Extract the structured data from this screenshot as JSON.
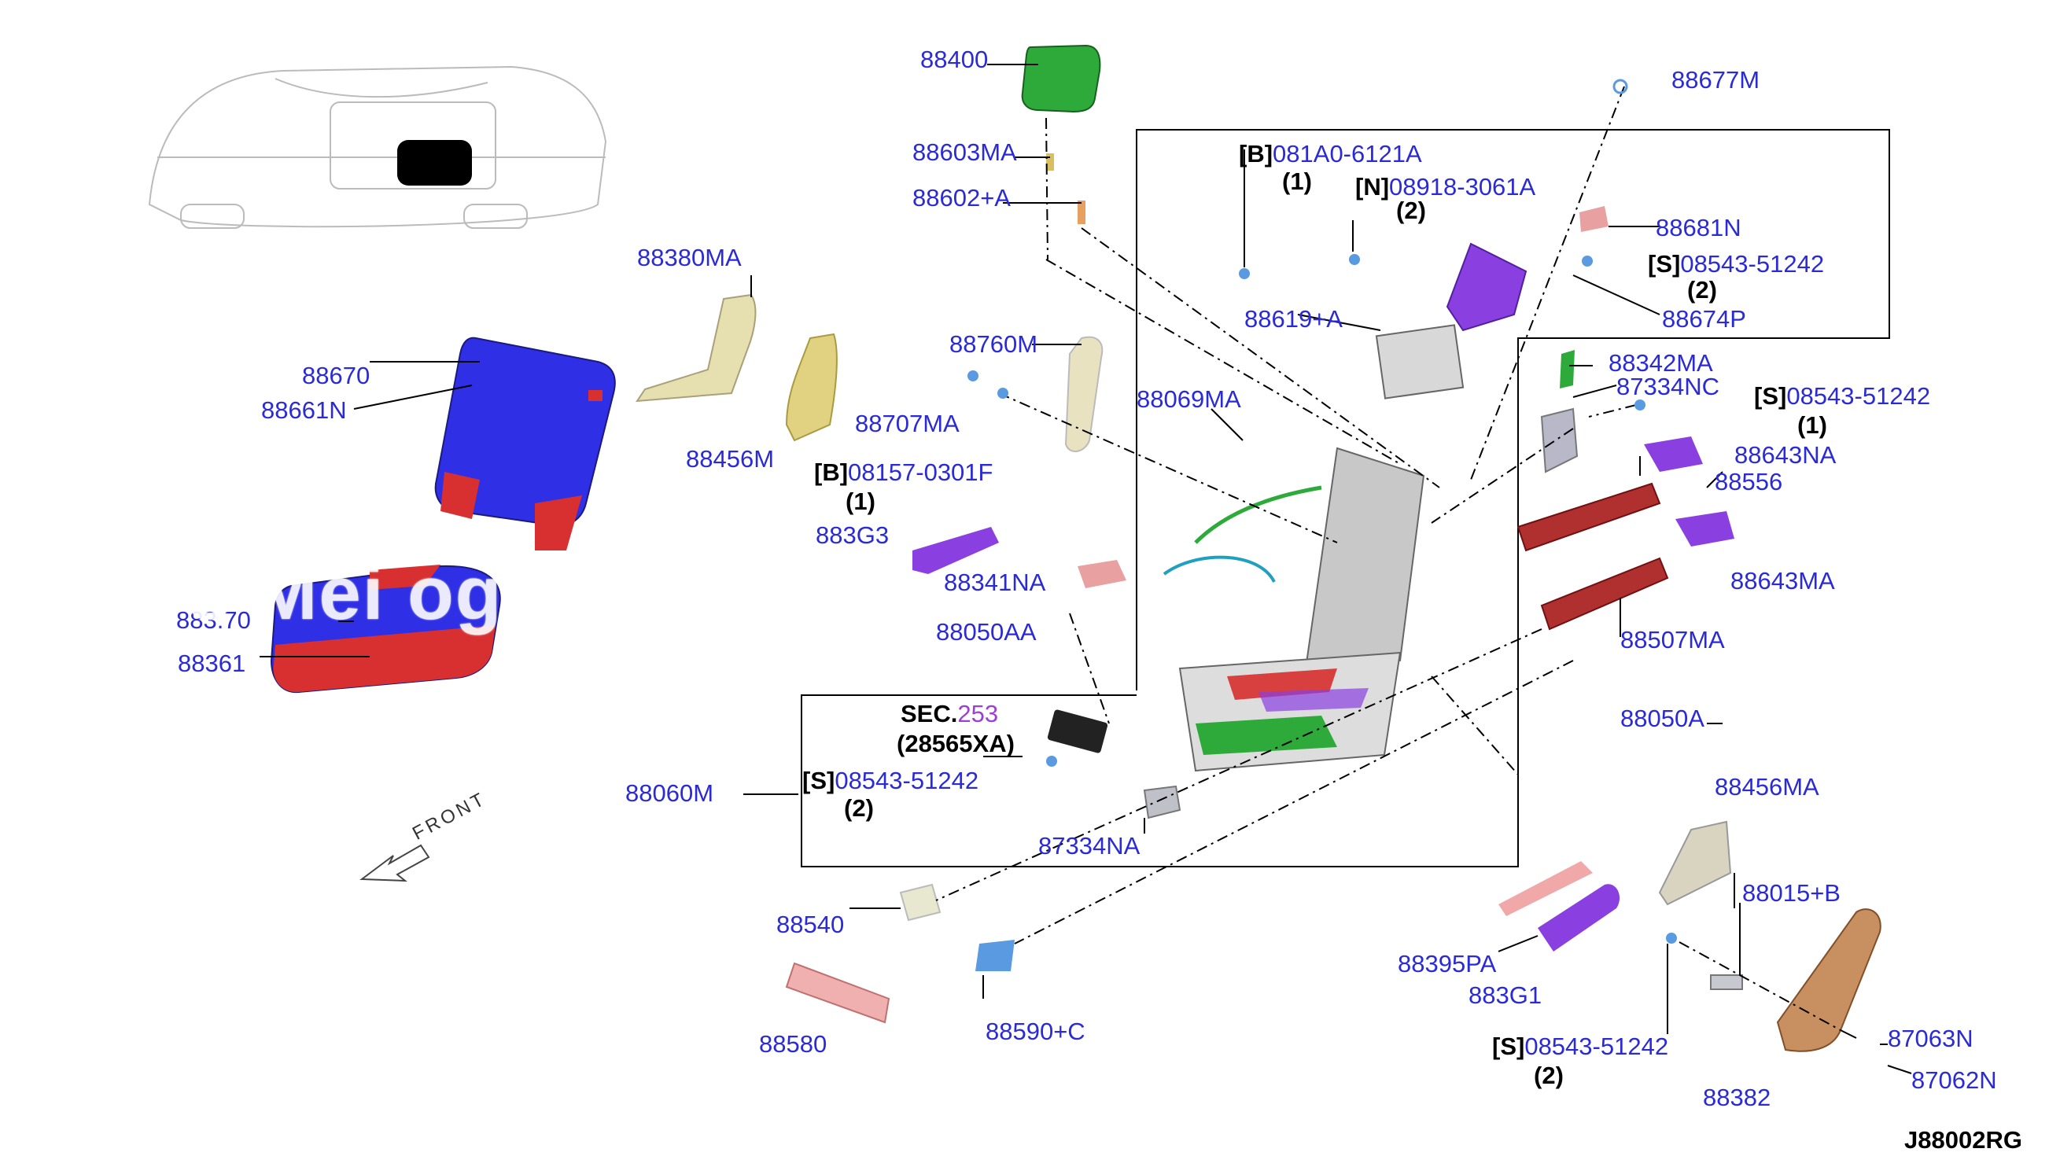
{
  "diagram_code": "J88002RG",
  "front_label": "FRONT",
  "watermark": "rs Mei          og Ri",
  "sec": {
    "prefix": "SEC.",
    "number": "253",
    "sub": "(28565XA)"
  },
  "labels": [
    {
      "id": "88400",
      "text": "88400"
    },
    {
      "id": "88603MA",
      "text": "88603MA"
    },
    {
      "id": "88602A",
      "text": "88602+A"
    },
    {
      "id": "88380MA",
      "text": "88380MA"
    },
    {
      "id": "88456M",
      "text": "88456M"
    },
    {
      "id": "88670",
      "text": "88670"
    },
    {
      "id": "88661N",
      "text": "88661N"
    },
    {
      "id": "88707MA",
      "text": "88707MA"
    },
    {
      "id": "88760M",
      "text": "88760M"
    },
    {
      "id": "08157",
      "prefix": "[B]",
      "text": "08157-0301F"
    },
    {
      "id": "883G3",
      "text": "883G3"
    },
    {
      "id": "88341NA",
      "text": "88341NA"
    },
    {
      "id": "88050AA",
      "text": "88050AA"
    },
    {
      "id": "88370",
      "text": "883.70"
    },
    {
      "id": "88361",
      "text": "88361"
    },
    {
      "id": "081A0",
      "prefix": "[B]",
      "text": "081A0-6121A"
    },
    {
      "id": "08918",
      "prefix": "[N]",
      "text": "08918-3061A"
    },
    {
      "id": "88619A",
      "text": "88619+A"
    },
    {
      "id": "88069MA",
      "text": "88069MA"
    },
    {
      "id": "88677M",
      "text": "88677M"
    },
    {
      "id": "88681N",
      "text": "88681N"
    },
    {
      "id": "08543a",
      "prefix": "[S]",
      "text": "08543-51242"
    },
    {
      "id": "88674P",
      "text": "88674P"
    },
    {
      "id": "88342MA",
      "text": "88342MA"
    },
    {
      "id": "87334NC",
      "text": "87334NC"
    },
    {
      "id": "08543b",
      "prefix": "[S]",
      "text": "08543-51242"
    },
    {
      "id": "88643NA",
      "text": "88643NA"
    },
    {
      "id": "88556",
      "text": "88556"
    },
    {
      "id": "88643MA",
      "text": "88643MA"
    },
    {
      "id": "88507MA",
      "text": "88507MA"
    },
    {
      "id": "88050A",
      "text": "88050A"
    },
    {
      "id": "08543c",
      "prefix": "[S]",
      "text": "08543-51242"
    },
    {
      "id": "88060M",
      "text": "88060M"
    },
    {
      "id": "87334NA",
      "text": "87334NA"
    },
    {
      "id": "88540",
      "text": "88540"
    },
    {
      "id": "88580",
      "text": "88580"
    },
    {
      "id": "88590C",
      "text": "88590+C"
    },
    {
      "id": "88456MA",
      "text": "88456MA"
    },
    {
      "id": "88015B",
      "text": "88015+B"
    },
    {
      "id": "88395PA",
      "text": "88395PA"
    },
    {
      "id": "883G1",
      "text": "883G1"
    },
    {
      "id": "08543d",
      "prefix": "[S]",
      "text": "08543-51242"
    },
    {
      "id": "87063N",
      "text": "87063N"
    },
    {
      "id": "88382",
      "text": "88382"
    },
    {
      "id": "87062N",
      "text": "87062N"
    }
  ],
  "qtys": [
    {
      "id": "q08157",
      "text": "(1)"
    },
    {
      "id": "q081A0",
      "text": "(1)"
    },
    {
      "id": "q08918",
      "text": "(2)"
    },
    {
      "id": "q08543a",
      "text": "(2)"
    },
    {
      "id": "q08543b",
      "text": "(1)"
    },
    {
      "id": "q08543c",
      "text": "(2)"
    },
    {
      "id": "q08543d",
      "text": "(2)"
    }
  ],
  "colors": {
    "label": "#2a2ad6",
    "seat_blue": "#2f2fe6",
    "seat_red": "#d83030",
    "purple": "#8a3fe0",
    "green": "#2eaa3a",
    "tan": "#d8c890",
    "pink": "#e8a0a0"
  }
}
